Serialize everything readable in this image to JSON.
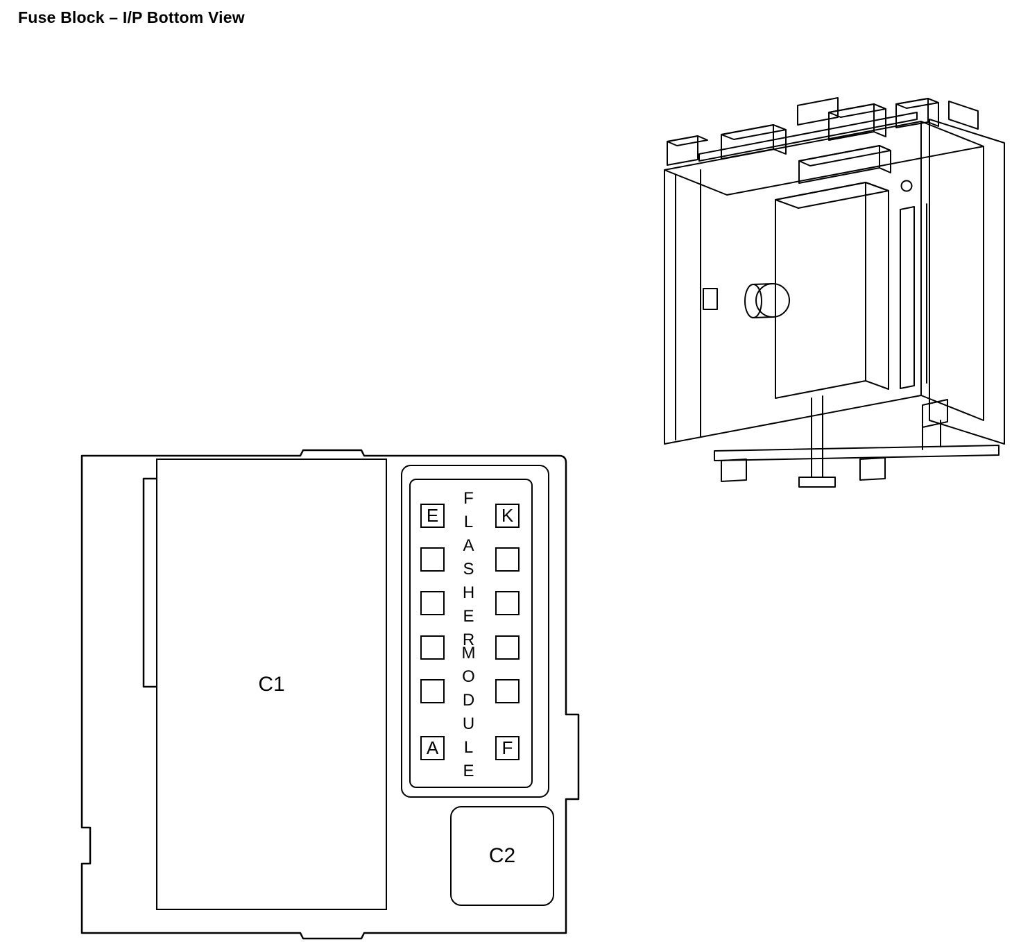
{
  "page": {
    "title": "Fuse Block – I/P Bottom View"
  },
  "colors": {
    "line": "#000000",
    "background": "#ffffff"
  },
  "bottom_view": {
    "c1_label": "C1",
    "c2_label": "C2",
    "flasher": {
      "word_top": "FLASHER",
      "word_bottom": "MODULE",
      "left_terminals": [
        "E",
        "",
        "",
        "",
        "",
        "A"
      ],
      "right_terminals": [
        "K",
        "",
        "",
        "",
        "",
        "F"
      ]
    }
  }
}
